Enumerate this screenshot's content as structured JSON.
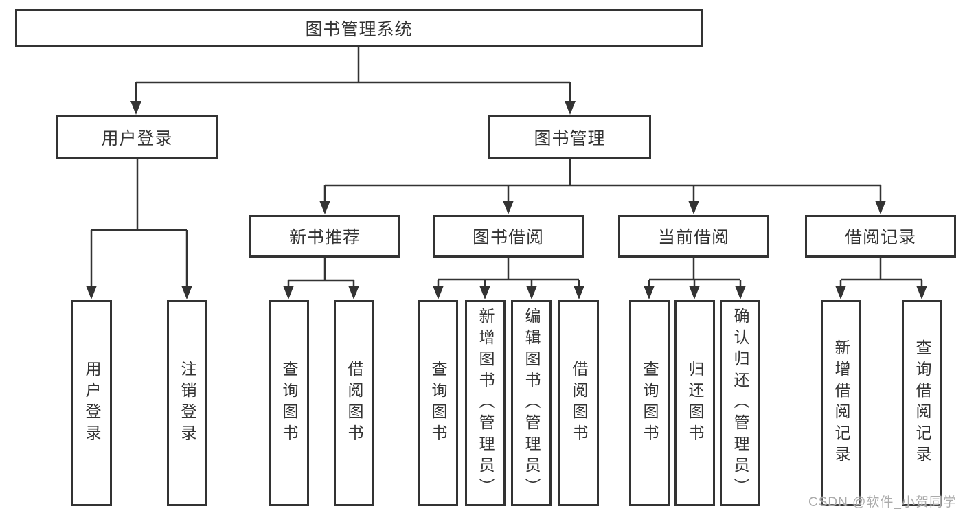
{
  "tree": {
    "label": "图书管理系统",
    "children": [
      {
        "label": "用户登录",
        "children": [
          {
            "label": "用户登录"
          },
          {
            "label": "注销登录"
          }
        ]
      },
      {
        "label": "图书管理",
        "children": [
          {
            "label": "新书推荐",
            "children": [
              {
                "label": "查询图书"
              },
              {
                "label": "借阅图书"
              }
            ]
          },
          {
            "label": "图书借阅",
            "children": [
              {
                "label": "查询图书"
              },
              {
                "label": "新增图书（管理员）"
              },
              {
                "label": "编辑图书（管理员）"
              },
              {
                "label": "借阅图书"
              }
            ]
          },
          {
            "label": "当前借阅",
            "children": [
              {
                "label": "查询图书"
              },
              {
                "label": "归还图书"
              },
              {
                "label": "确认归还（管理员）"
              }
            ]
          },
          {
            "label": "借阅记录",
            "children": [
              {
                "label": "新增借阅记录"
              },
              {
                "label": "查询借阅记录"
              }
            ]
          }
        ]
      }
    ]
  },
  "watermark": {
    "text": "CSDN @软件_小贺同学"
  },
  "colors": {
    "line": "#333333",
    "text": "#333333",
    "watermark": "#ababab",
    "background": "#ffffff"
  }
}
